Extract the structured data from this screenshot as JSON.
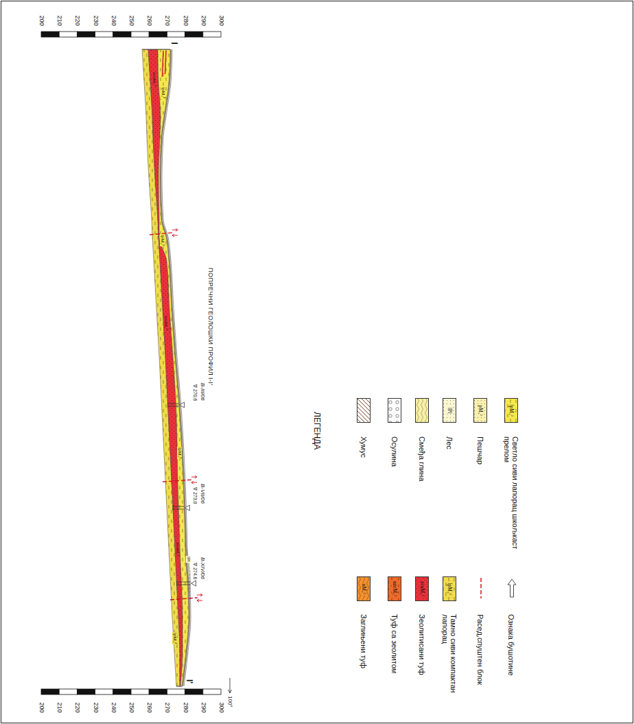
{
  "diagram": {
    "title": "ПОПРЕЧНИ ГЕОЛОШКИ ПРОФИЛ I-I'",
    "labels": [
      "300",
      "290",
      "280",
      "270",
      "260",
      "250",
      "240",
      "230",
      "220",
      "210",
      "200",
      "300",
      "290",
      "280",
      "270",
      "260",
      "250",
      "240",
      "230",
      "220",
      "210",
      "200",
      "I",
      "I'",
      "B-III/06",
      "∇ 270.6",
      "B-VII/06",
      "∇ 273.0",
      "B-XIV/06",
      "∇ 274.6",
      "100°",
      "lpM₂²",
      "zeuM₂²",
      "lpM₂²",
      "zeuM₂²",
      "lpM₂²",
      "zeuM₂²",
      "lpM₂²",
      "lPl",
      "ЛЕГЕНДА",
      "lPl",
      "pM₂²",
      "lpM₂²",
      "uM₂²",
      "uzeM₂²",
      "zeuM₂²",
      "lpM₂²"
    ],
    "legend": [
      {
        "text": "Хумус"
      },
      {
        "text": "Осулина"
      },
      {
        "text": "Смеђа глина",
        "color": "#f7f0a8"
      },
      {
        "text": "Лес",
        "color": "#faf6d2"
      },
      {
        "text": "Пешчар",
        "color": "#f8f0b0"
      },
      {
        "text": "Светло сиви лапорац шкољкаст прелом",
        "color": "#f5e84e"
      },
      {
        "text": "Заглињени туф",
        "color": "#f5922f"
      },
      {
        "text": "Туф са зеолитом",
        "color": "#ee6a2a"
      },
      {
        "text": "Зеолитисани туф",
        "color": "#e8323a"
      },
      {
        "text": "Тамно сиви компактан лапорац",
        "color": "#f0dc4a"
      },
      {
        "text": "Расед,спуштен блок"
      },
      {
        "text": "Ознака бушотине"
      }
    ]
  }
}
